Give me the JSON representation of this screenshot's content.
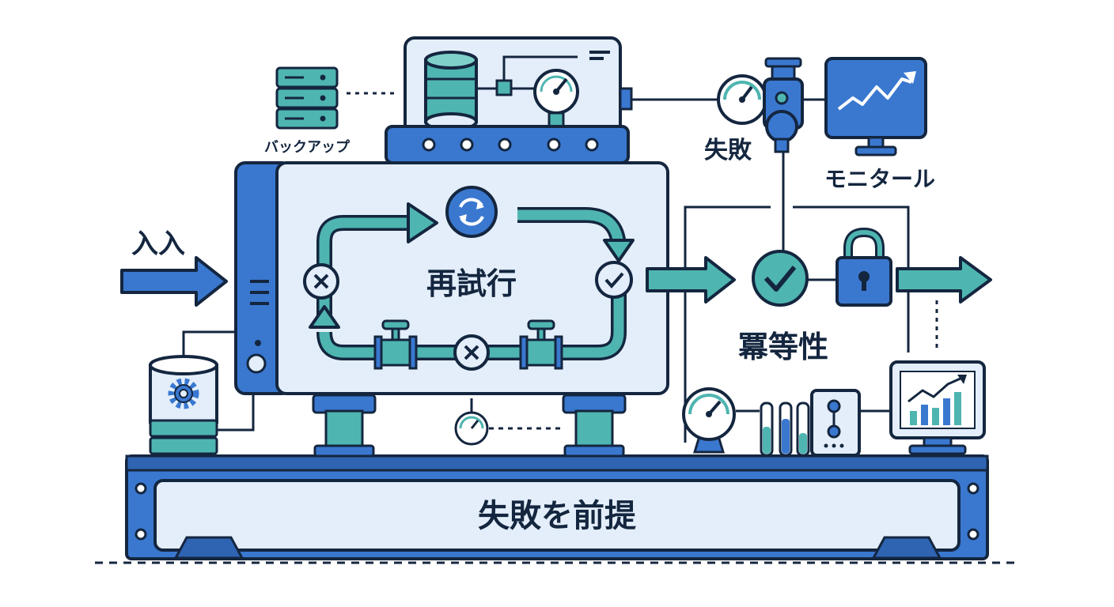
{
  "labels": {
    "input": "入入",
    "backup": "バックアップ",
    "failure": "失敗",
    "monitor": "モニタール",
    "retry": "再試行",
    "idempotency": "冪等性",
    "assume_failure": "失敗を前提"
  },
  "icons": {
    "backup": "server-rack-icon",
    "failure_gauge": "pressure-gauge-icon",
    "monitor": "trend-chart-monitor-icon",
    "retry": "refresh-icon",
    "success": "check-circle-icon",
    "error": "x-circle-icon",
    "lock": "padlock-icon",
    "config_db": "gear-database-icon",
    "dashboard": "bar-chart-monitor-icon"
  },
  "colors": {
    "outline": "#14263f",
    "primary_blue": "#3a78d0",
    "light_blue": "#e3eefa",
    "teal": "#4fb5b0",
    "dark_teal": "#2e8f8a"
  }
}
